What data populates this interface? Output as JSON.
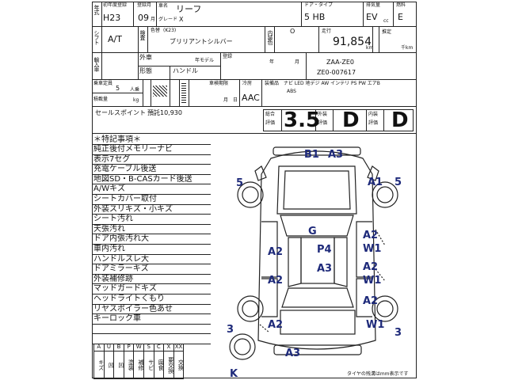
{
  "header": {
    "first_reg_label": "初年度登録",
    "regist_label": "登録月",
    "year_label": "年式",
    "year_value": "H23",
    "month_value": "09",
    "month_label": "月",
    "car_name_label": "車名",
    "car_name_value": "リーフ",
    "grade_label": "グレード",
    "grade_value": "X",
    "door_label": "ドア・タイプ",
    "door_value": "5 HB",
    "displacement_label": "排気量",
    "displacement_value": "EV",
    "displacement_unit": "cc",
    "fuel_label": "燃料",
    "fuel_value": "E"
  },
  "row2": {
    "shift_label": "シフト",
    "shift_value": "A/T",
    "inspection_label": "検査",
    "color_label": "色替",
    "color_code": "(K23)",
    "color_value": "ブリリアントシルバー",
    "interior_label": "内装色",
    "interior_value": "O",
    "mileage_label": "走行",
    "mileage_value": "91,854",
    "km_label": "km",
    "guess_label": "推定",
    "thousand_km_label": "千km"
  },
  "row3": {
    "import_label": "輸入車",
    "exterior_label": "外車",
    "model_year_label": "年モデル",
    "shape_label": "形態",
    "handle_label": "ハンドル",
    "reg_label": "登録",
    "until_label": "年",
    "month_label": "月",
    "model_code": "ZAA-ZE0",
    "chassis_code": "ZE0-007617"
  },
  "row4": {
    "capacity_label": "乗車定員",
    "capacity_value": "5",
    "persons_label": "人乗",
    "load_label": "積載量",
    "kg_label": "kg",
    "expiry_label": "車検期限",
    "expiry_month_label": "月",
    "expiry_day_label": "日",
    "ac_label": "冷房",
    "ac_value": "AAC",
    "equipment_label": "装備品",
    "equipment_value": "ナビ LED 地デジ AW インテリ PS PW エアB",
    "equipment_value2": "ABS"
  },
  "sales": {
    "label": "セールスポイント",
    "value": "預託10,930"
  },
  "scores": {
    "overall_label_1": "総合",
    "overall_label_2": "評価",
    "overall_value": "3.5",
    "exterior_label_1": "外装",
    "exterior_label_2": "評価",
    "exterior_value": "D",
    "interior_label_1": "内装",
    "interior_label_2": "評価",
    "interior_value": "D"
  },
  "memo": {
    "title": "＊特記事項＊",
    "lines": [
      "純正後付メモリーナビ",
      "表示7セグ",
      "充電ケーブル後送",
      "地図SD・B-CASカード後送",
      "A/Wキズ",
      "シートカバー取付",
      "外装スリキズ・小キズ",
      "シート汚れ",
      "天張汚れ",
      "ドア内張汚れ大",
      "車内汚れ",
      "ハンドルスレ大",
      "ドアミラーキズ",
      "外装補修跡",
      "マッドガードキズ",
      "ヘッドライトくもり",
      "リヤスポイラー色あせ",
      "キーロック車"
    ]
  },
  "legend": {
    "keys": [
      "A",
      "U",
      "B",
      "P",
      "W",
      "S",
      "C",
      "X",
      "XX"
    ],
    "values": [
      "キズ",
      "凹",
      "凹",
      "塗装",
      "補修",
      "サビ",
      "腐食",
      "要交換",
      "交換"
    ]
  },
  "damage_marks": {
    "front_top": "B1",
    "front_top2": "A3",
    "left_top": "5",
    "right_top_a": "A1",
    "right_top_b": "5",
    "hood": "G",
    "roof": "P4",
    "roof2": "A3",
    "left_mid1": "A2",
    "left_mid2": "A2",
    "left_low": "A2",
    "right_mid1": "A2",
    "right_mid1b": "W1",
    "right_mid2": "A2",
    "right_mid2b": "W1",
    "right_low": "A2",
    "right_low_b": "W1",
    "left_wheel": "3",
    "right_wheel": "3",
    "rear": "A3",
    "key": "K"
  },
  "footer": {
    "tire_note": "タイヤの残溝はmm表示です"
  }
}
